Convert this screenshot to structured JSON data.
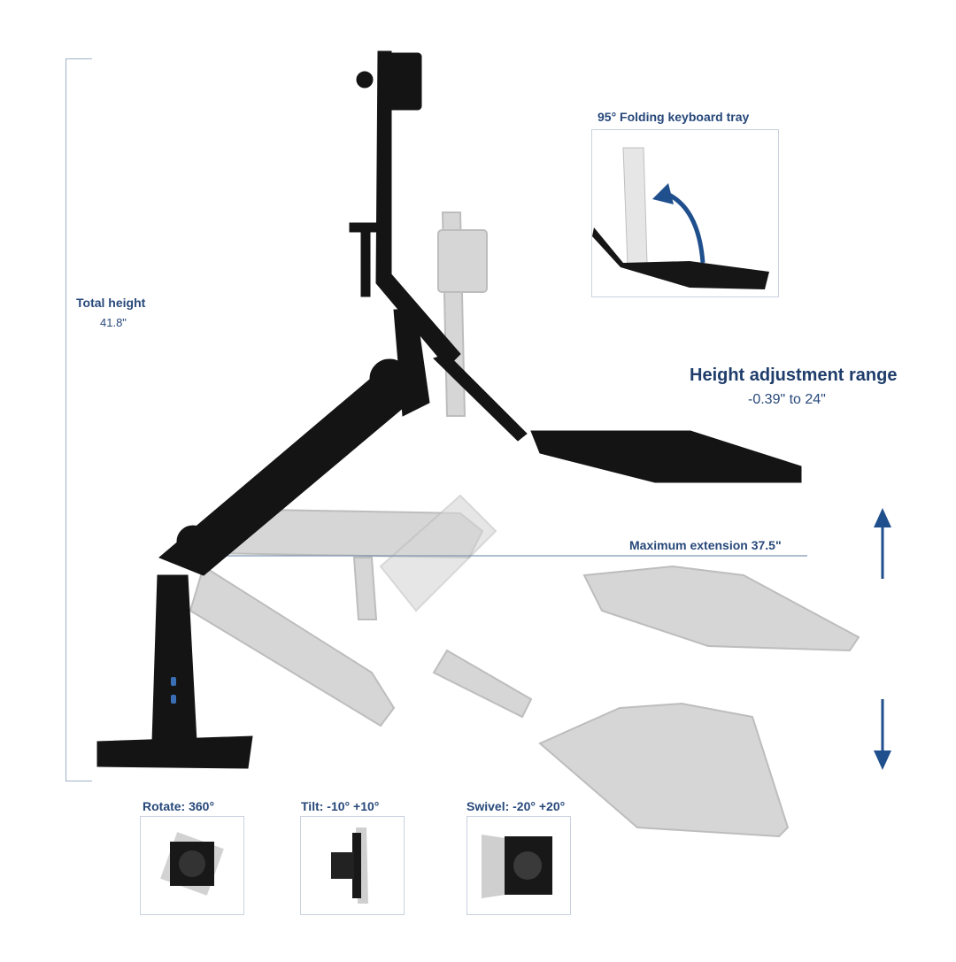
{
  "total_height": {
    "title": "Total height",
    "value": "41.8\""
  },
  "height_range": {
    "title": "Height adjustment range",
    "value": "-0.39\" to 24\""
  },
  "max_extension": {
    "label": "Maximum extension 37.5\""
  },
  "keyboard_tray": {
    "label": "95° Folding keyboard tray"
  },
  "motions": [
    {
      "label": "Rotate: 360°"
    },
    {
      "label": "Tilt: -10° +10°"
    },
    {
      "label": "Swivel: -20° +20°"
    }
  ],
  "colors": {
    "accent": "#1f4f8c",
    "text": "#27487a",
    "product": "#111111",
    "ghost": "#c8c8c8"
  }
}
